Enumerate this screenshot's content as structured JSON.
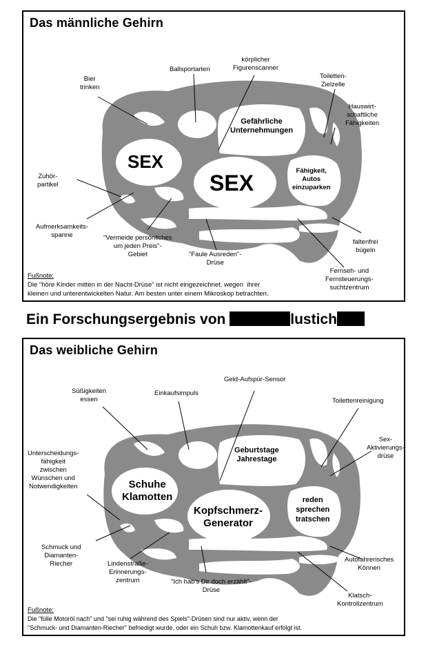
{
  "male": {
    "title": "Das männliche Gehirn",
    "regions": {
      "sex_left": "SEX",
      "sex_center": "SEX",
      "unternehmungen": "Gefährliche\nUnternehmungen",
      "parken": "Fähigkeit,\nAutos\neinzuparken"
    },
    "labels": {
      "bier": "Bier\ntrinken",
      "ballsport": "Ballsportarten",
      "figuren": "körplicher\nFigurenscanner",
      "toiletten": "Toiletten-\nZielzelle",
      "haushalt": "Hauswirt-\nschaftliche\nFähigkeiten",
      "zuhoer": "Zuhör-\npartikel",
      "aufmerksamkeit": "Aufmerksamkeits-\nspanne",
      "vermeide": "\"Vermeide persönliches\num jeden Preis\"-\nGebiet",
      "ausreden": "\"Faule Ausreden\"-\nDrüse",
      "faltenfrei": "faltenfrei\nbügeln",
      "fernseh": "Fernseh- und\nFernsteuerungs-\nsuchtzentrum"
    },
    "footnote_heading": "Fußnote:",
    "footnote_text": "Die \"höre Kinder mitten in der Nacht-Drüse\" ist nicht eingezeichnet, wegen  ihrer\nkleinen und unterentwickelten Natur. Am besten unter einem Mikroskop betrachten."
  },
  "banner": {
    "prefix": "Ein Forschungsergebnis von",
    "suffix": "lustich"
  },
  "female": {
    "title": "Das weibliche Gehirn",
    "regions": {
      "schuhe": "Schuhe\nKlamotten",
      "kopfschmerz": "Kopfschmerz-\nGenerator",
      "geburtstage": "Geburtstage\nJahrestage",
      "reden": "reden\nsprechen\ntratschen"
    },
    "labels": {
      "suess": "Süßigkeiten\nessen",
      "einkauf": "Einkaufsimpuls",
      "geld": "Geld-Aufspür-Sensor",
      "toilettenreinigung": "Toilettenreinigung",
      "sexaktiv": "Sex-\nAktivierungs-\ndrüse",
      "unterscheidung": "Unterscheidungs-\nfähigkeit\nzwischen\nWünschen und\nNotwendigkeiten",
      "schmuck": "Schmuck und\nDiamanten-\nRiecher",
      "linden": "Lindenstraße-\nErinnerungs-\nzentrum",
      "erzaehlt": "\"Ich hab's Dir doch erzählt\"-\nDrüse",
      "autofahr": "Autofahrerisches\nKönnen",
      "klatsch": "Klatsch-\nKontrollzentrum"
    },
    "footnote_heading": "Fußnote:",
    "footnote_text": "Die \"fülle Motoröl nach\" und \"sei ruhig während des Spiels\"-Drüsen sind nur aktiv, wenn der\n\"Schmuck- und Diamanten-Riecher\" befriedigt wurde, oder ein Schuh bzw. Klamottenkauf erfolgt ist."
  },
  "colors": {
    "brain": "#8a8a8a",
    "region": "#ffffff",
    "ink": "#000000"
  }
}
